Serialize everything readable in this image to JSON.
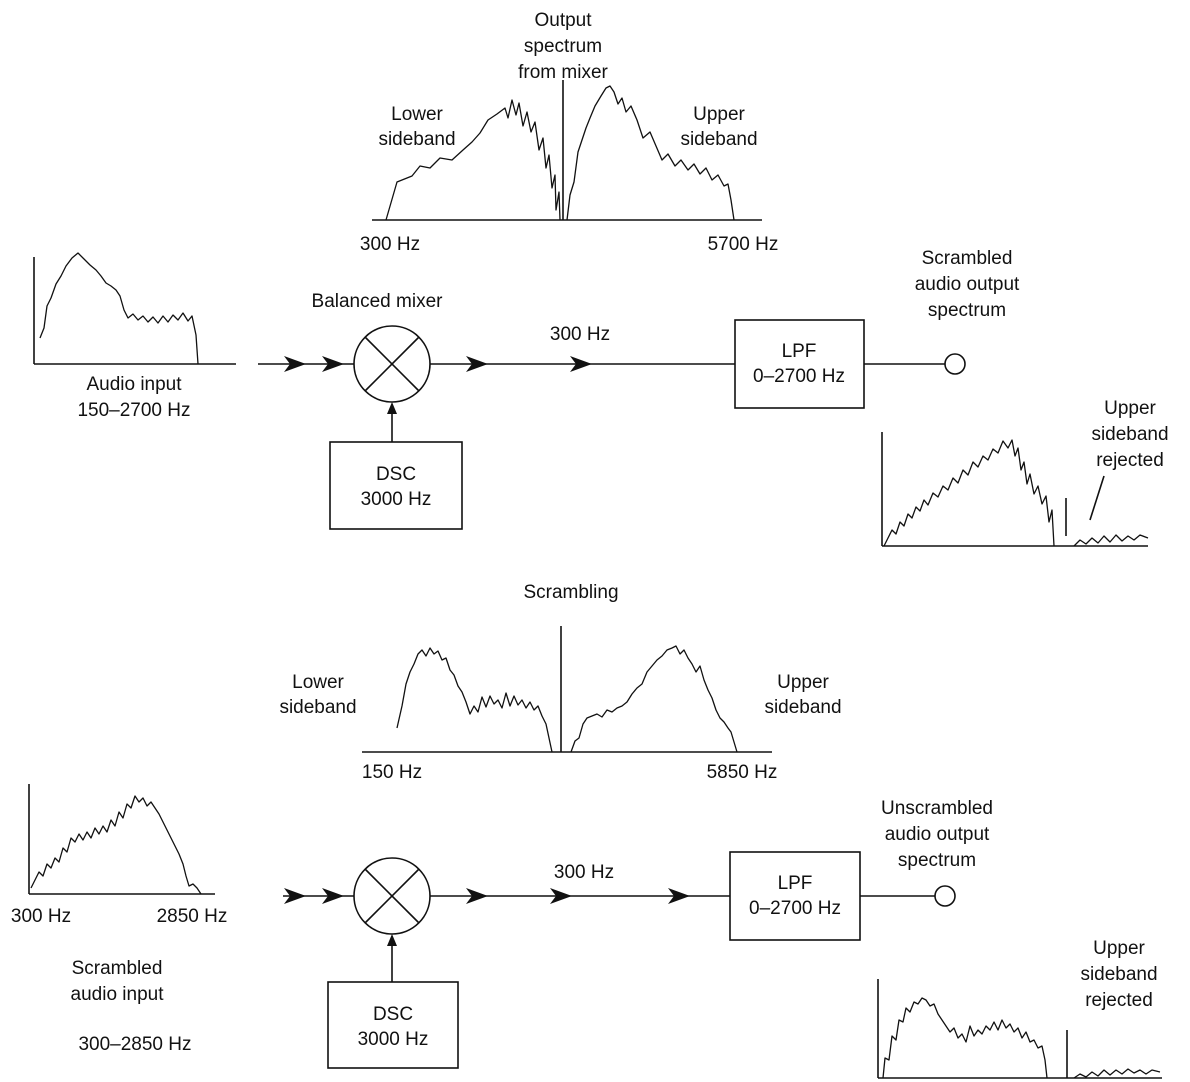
{
  "scrambler": {
    "mixer_output": {
      "title": [
        "Output",
        "spectrum",
        "from mixer"
      ],
      "lower_label": [
        "Lower",
        "sideband"
      ],
      "upper_label": [
        "Upper",
        "sideband"
      ],
      "freq_low": "300 Hz",
      "freq_high": "5700 Hz"
    },
    "input": {
      "label": [
        "Audio input",
        "150–2700 Hz"
      ]
    },
    "mixer_label": "Balanced mixer",
    "line_freq": "300 Hz",
    "lpf": [
      "LPF",
      "0–2700 Hz"
    ],
    "dsc": [
      "DSC",
      "3000 Hz"
    ],
    "output_label": [
      "Scrambled",
      "audio output",
      "spectrum"
    ],
    "rejected_label": [
      "Upper",
      "sideband",
      "rejected"
    ]
  },
  "section_title": "Scrambling",
  "descrambler": {
    "mixer_output": {
      "lower_label": [
        "Lower",
        "sideband"
      ],
      "upper_label": [
        "Upper",
        "sideband"
      ],
      "freq_low": "150 Hz",
      "freq_high": "5850 Hz"
    },
    "input": {
      "axis_low": "300 Hz",
      "axis_high": "2850 Hz",
      "label": [
        "Scrambled",
        "audio input"
      ],
      "range": "300–2850 Hz"
    },
    "line_freq": "300 Hz",
    "lpf": [
      "LPF",
      "0–2700 Hz"
    ],
    "dsc": [
      "DSC",
      "3000 Hz"
    ],
    "output_label": [
      "Unscrambled",
      "audio output",
      "spectrum"
    ],
    "rejected_label": [
      "Upper",
      "sideband",
      "rejected"
    ]
  }
}
